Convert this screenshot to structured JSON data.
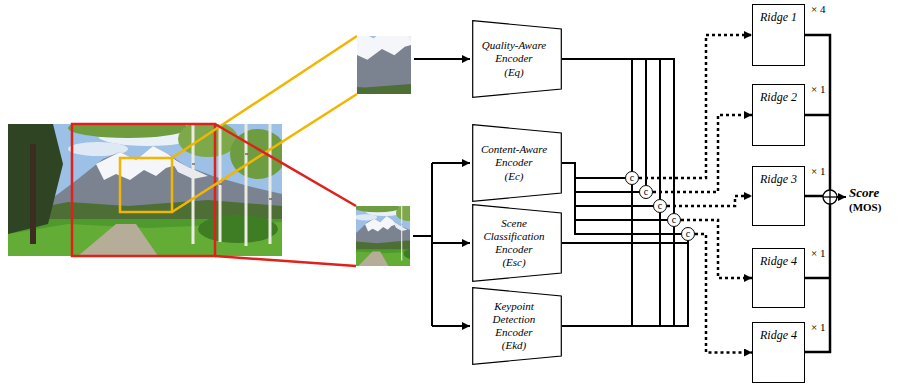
{
  "diagram": {
    "nodes": [
      {
        "text": [
          "Quality-Aware Encoder",
          "(Eq)"
        ]
      },
      {
        "text": [
          "Content-Aware Encoder",
          "(Ec)"
        ]
      },
      {
        "text": [
          "Scene Classification Encoder",
          "(Esc)"
        ]
      },
      {
        "text": [
          "Keypoint Detection Encoder",
          "(Ekd)"
        ]
      },
      {
        "text": [
          "c"
        ]
      },
      {
        "text": [
          "c"
        ]
      },
      {
        "text": [
          "c"
        ]
      },
      {
        "text": [
          "c"
        ]
      },
      {
        "text": [
          "c"
        ]
      },
      {
        "text": [
          "Ridge 1"
        ]
      },
      {
        "text": [
          "Ridge 2"
        ]
      },
      {
        "text": [
          "Ridge 3"
        ]
      },
      {
        "text": [
          "Ridge 4"
        ]
      },
      {
        "text": [
          "Ridge 4"
        ]
      }
    ],
    "edges": [
      {
        "from": 0,
        "to": 4,
        "arrow": "none"
      },
      {
        "from": 0,
        "to": 5,
        "arrow": "none"
      },
      {
        "from": 0,
        "to": 6,
        "arrow": "none"
      },
      {
        "from": 0,
        "to": 7,
        "arrow": "none"
      },
      {
        "from": 1,
        "to": 4,
        "arrow": "none"
      },
      {
        "from": 1,
        "to": 5,
        "arrow": "none"
      },
      {
        "from": 1,
        "to": 6,
        "arrow": "none"
      },
      {
        "from": 1,
        "to": 7,
        "arrow": "none"
      },
      {
        "from": 1,
        "to": 8,
        "arrow": "none"
      },
      {
        "from": 2,
        "to": 4,
        "arrow": "none"
      },
      {
        "from": 2,
        "to": 8,
        "arrow": "none"
      },
      {
        "from": 3,
        "to": 4,
        "arrow": "none"
      },
      {
        "from": 3,
        "to": 6,
        "arrow": "none"
      },
      {
        "from": 3,
        "to": 7,
        "arrow": "none"
      },
      {
        "from": 3,
        "to": 8,
        "arrow": "none"
      },
      {
        "from": 4,
        "to": 9,
        "arrow": "to"
      },
      {
        "from": 5,
        "to": 10,
        "arrow": "to"
      },
      {
        "from": 6,
        "to": 11,
        "arrow": "to"
      },
      {
        "from": 7,
        "to": 12,
        "arrow": "to"
      },
      {
        "from": 8,
        "to": 13,
        "arrow": "to"
      }
    ],
    "labels": [
      "× 4",
      "× 1",
      "× 1",
      "× 1",
      "× 1",
      "Score",
      "(MOS)"
    ]
  }
}
